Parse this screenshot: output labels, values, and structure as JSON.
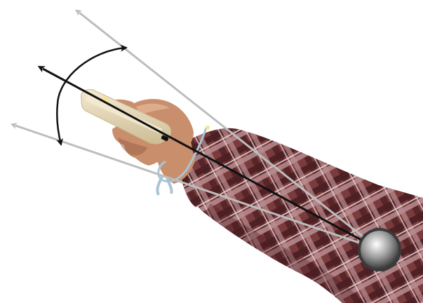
{
  "figure": {
    "subject": "arm-pointing-remote-controller",
    "pivot": "shoulder-joint-sphere",
    "arrow_count": 3,
    "arc_double_headed": true
  },
  "colors": {
    "background": "#ffffff",
    "plaid_dark": "#4a1e22",
    "plaid_mid": "#7a3b3c",
    "plaid_light": "#b98d91",
    "plaid_white": "#e8d8da",
    "skin": "#c98f6c",
    "skin_shadow": "#9c6248",
    "skin_highlight": "#e3b597",
    "controller": "#f4ead2",
    "controller_shadow": "#cdbd95",
    "controller_button": "#ffe08a",
    "strap": "#a9c4d2",
    "grey_arrow": "#bdbdbd",
    "main_arrow": "#111111",
    "arc": "#111111",
    "sphere_light": "#ffffff",
    "sphere_mid": "#9b9b9b",
    "sphere_dark": "#3a3a3a"
  },
  "icons": {
    "pivot": "shoulder-pivot-sphere-icon",
    "range_arc": "double-arrow-arc-icon"
  }
}
